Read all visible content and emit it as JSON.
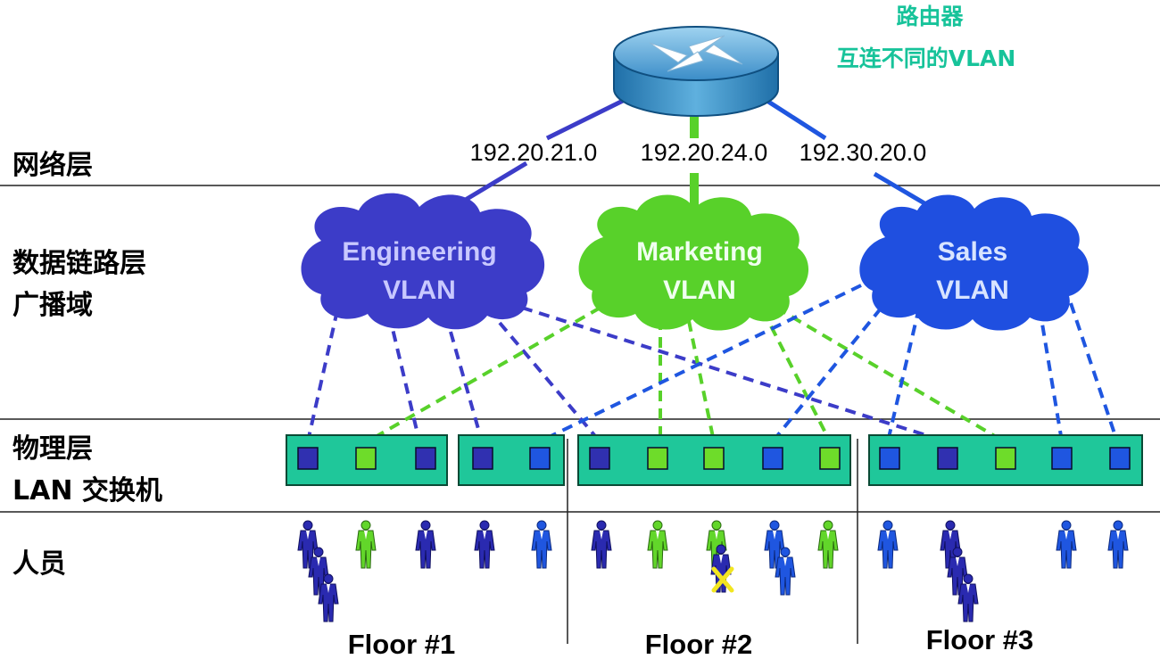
{
  "router": {
    "caption_line1": "路由器",
    "caption_line2": "互连不同的VLAN",
    "caption_color": "#17c39a",
    "icon": "router-icon"
  },
  "layers": {
    "network": "网络层",
    "datalink_line1": "数据链路层",
    "datalink_line2": "广播域",
    "physical_line1": "物理层",
    "physical_line2": "LAN 交换机",
    "people": "人员"
  },
  "subnets": [
    "192.20.21.0",
    "192.20.24.0",
    "192.30.20.0"
  ],
  "vlans": [
    {
      "line1": "Engineering",
      "line2": "VLAN",
      "color": "#3c3cc8",
      "text_color": "#c8c8ff"
    },
    {
      "line1": "Marketing",
      "line2": "VLAN",
      "color": "#58d12a",
      "text_color": "#f0fff0"
    },
    {
      "line1": "Sales",
      "line2": "VLAN",
      "color": "#1f4fe0",
      "text_color": "#d8e4ff"
    }
  ],
  "switches": [
    {
      "ports": [
        "engineering",
        "marketing",
        "engineering"
      ]
    },
    {
      "ports": [
        "engineering",
        "sales"
      ]
    },
    {
      "ports": [
        "engineering",
        "marketing",
        "marketing",
        "sales",
        "marketing"
      ]
    },
    {
      "ports": [
        "sales",
        "engineering",
        "marketing",
        "sales",
        "sales"
      ]
    }
  ],
  "floors": [
    "Floor #1",
    "Floor #2",
    "Floor #3"
  ],
  "colors": {
    "switch_fill": "#1fc79a",
    "engineering_port": "#3030b0",
    "marketing_port": "#6edc2a",
    "sales_port": "#1f56e0",
    "failure_mark": "#f2e620"
  }
}
